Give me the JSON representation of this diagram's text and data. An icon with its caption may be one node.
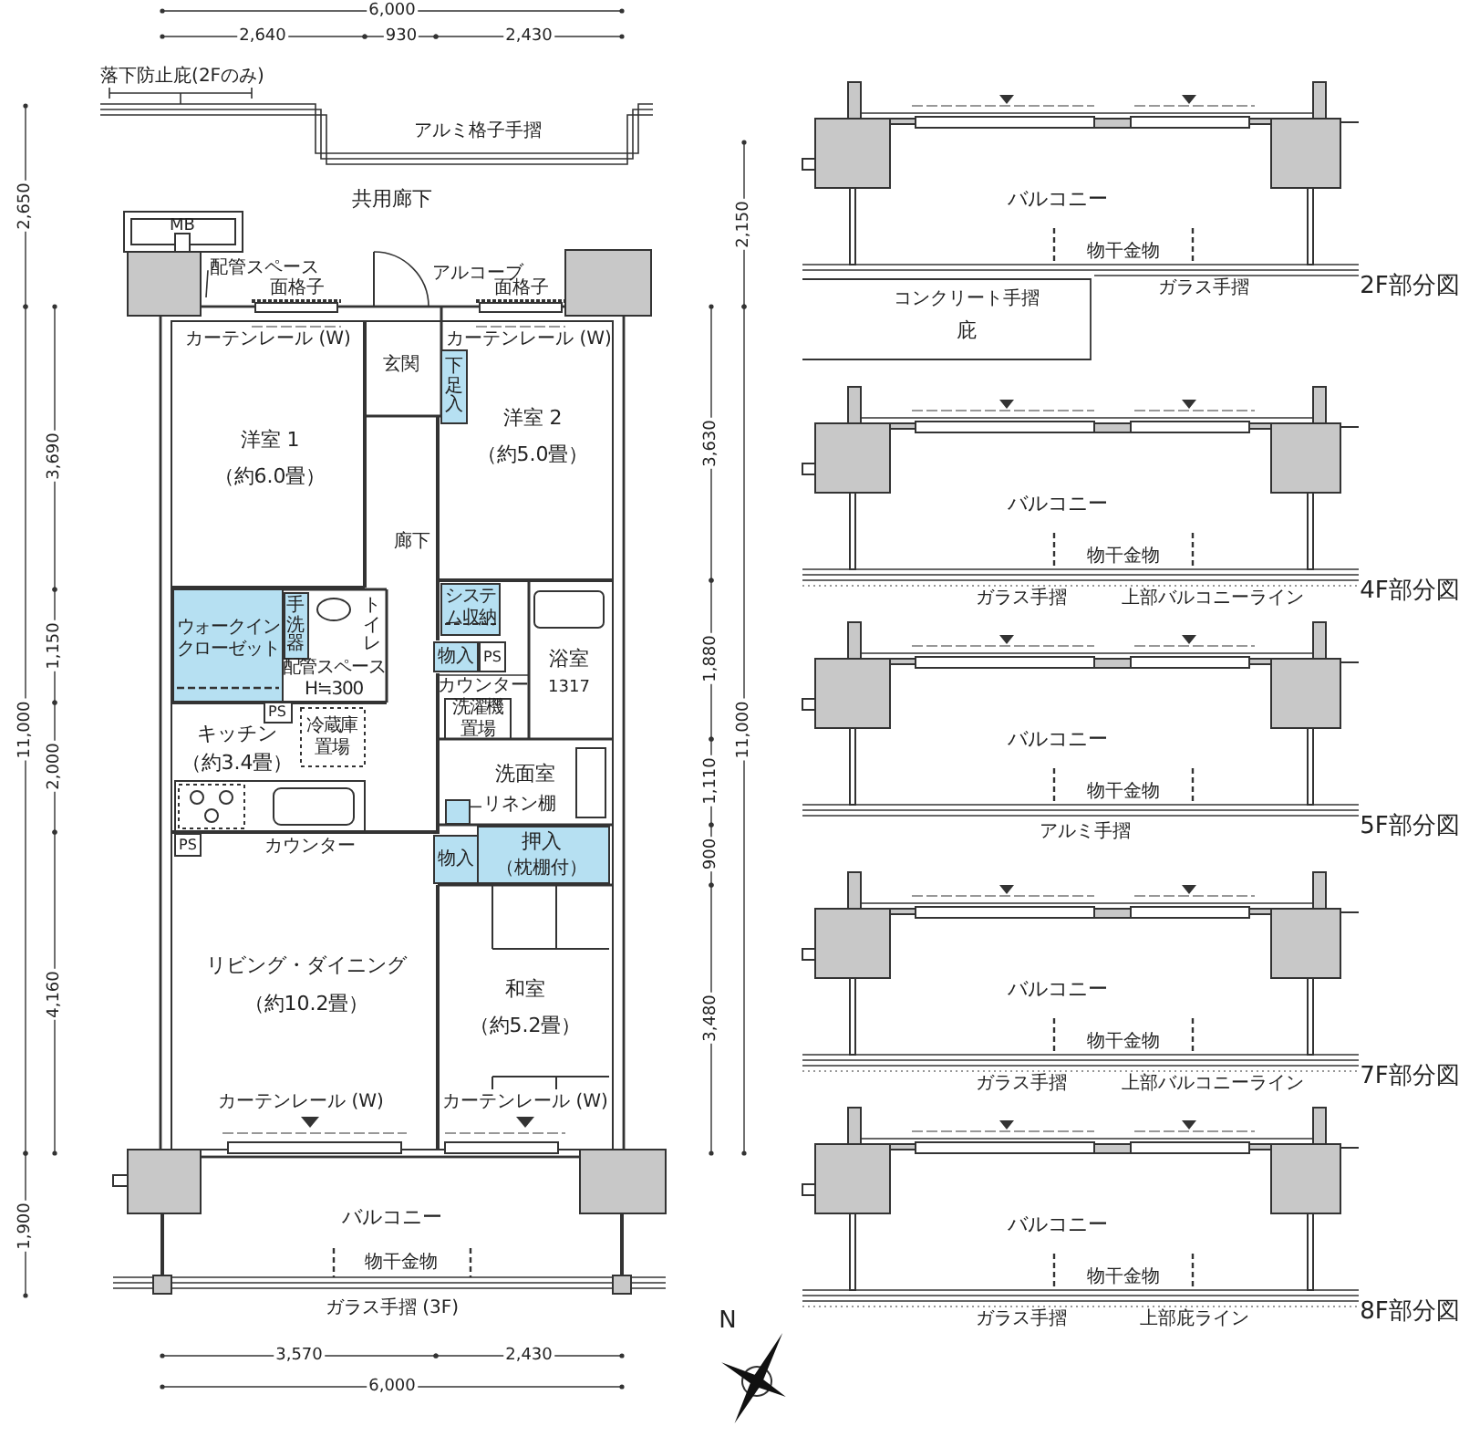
{
  "diagram": {
    "nodes": [
      {
        "text": [
          "配管スペース"
        ]
      },
      {
        "text": [
          "リネン棚"
        ]
      },
      {
        "text": [],
        "shape": "box"
      }
    ],
    "edges": [
      {
        "from": 0,
        "to": null,
        "arrow": "none"
      },
      {
        "from": 1,
        "to": 2,
        "arrow": "none"
      }
    ],
    "labels": [
      "6,000",
      "2,640",
      "930",
      "2,430",
      "落下防止庇(2Fのみ)",
      "アルミ格子手摺",
      "2,650",
      "共用廊下",
      "MB",
      "2,150",
      "アルコーブ",
      "面格子",
      "面格子",
      "カーテンレール (W)",
      "玄関",
      "下足入",
      "カーテンレール (W)",
      "洋室 1",
      "（約6.0畳）",
      "洋室 2",
      "（約5.0畳）",
      "3,690",
      "3,630",
      "廊下",
      "ウォークインクローゼット",
      "手洗器",
      "トイレ",
      "配管スペース H≒300",
      "PS",
      "冷蔵庫置場",
      "システム収納",
      "物入",
      "PS",
      "浴室",
      "カウンター",
      "1317",
      "洗濯機置場",
      "洗面室",
      "キッチン",
      "（約3.4畳）",
      "1,150",
      "1,880",
      "11,000",
      "11,000",
      "2,000",
      "1,110",
      "900",
      "PS",
      "カウンター",
      "物入",
      "押入",
      "（枕棚付）",
      "リビング・ダイニング",
      "（約10.2畳）",
      "和室",
      "（約5.2畳）",
      "4,160",
      "3,480",
      "カーテンレール (W)",
      "カーテンレール (W)",
      "1,900",
      "バルコニー",
      "物干金物",
      "ガラス手摺 (3F)",
      "3,570",
      "2,430",
      "6,000",
      "N",
      "バルコニー",
      "物干金物",
      "コンクリート手摺",
      "ガラス手摺",
      "庇",
      "2F部分図",
      "バルコニー",
      "物干金物",
      "ガラス手摺",
      "上部バルコニーライン",
      "4F部分図",
      "バルコニー",
      "物干金物",
      "アルミ手摺",
      "5F部分図",
      "バルコニー",
      "物干金物",
      "ガラス手摺",
      "上部バルコニーライン",
      "7F部分図",
      "バルコニー",
      "物干金物",
      "ガラス手摺",
      "上部庇ライン",
      "8F部分図"
    ]
  }
}
